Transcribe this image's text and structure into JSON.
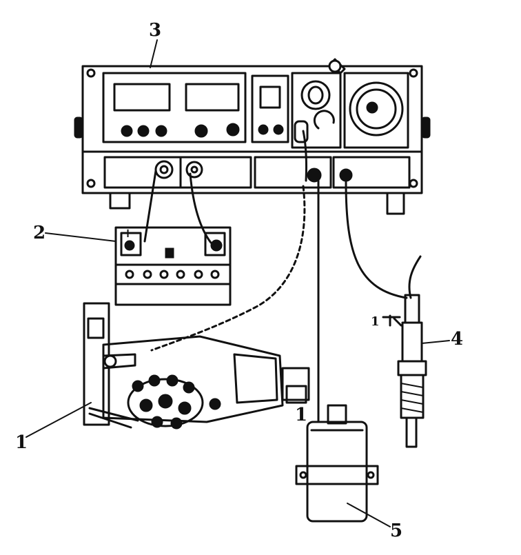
{
  "callouts": {
    "c1": "1",
    "c2": "2",
    "c3": "3",
    "c4": "4",
    "c5": "5",
    "c1b": "1"
  },
  "inline_labels": {
    "near_spark_plug": "1",
    "battery_plus": "+"
  }
}
